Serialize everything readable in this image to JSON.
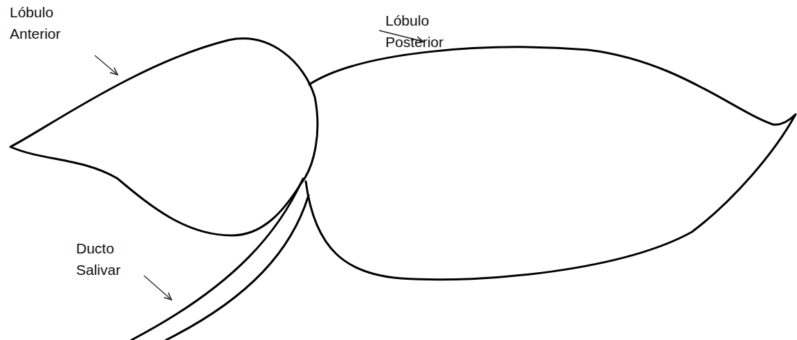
{
  "diagram": {
    "labels": [
      "Lóbulo Anterior",
      "Lóbulo Posterior",
      "Ducto Salivar"
    ]
  }
}
